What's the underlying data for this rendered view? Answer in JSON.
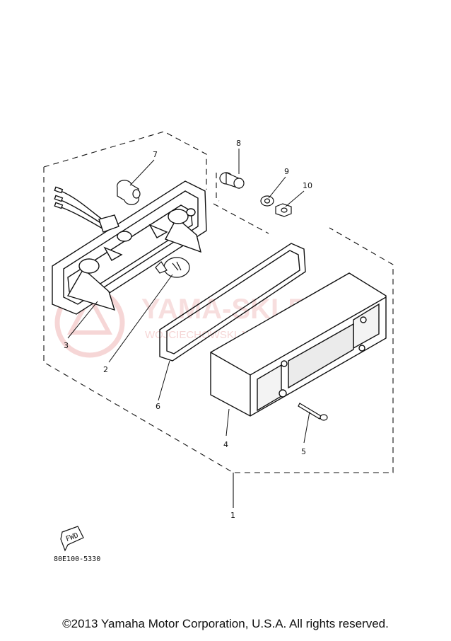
{
  "diagram": {
    "callouts": [
      {
        "id": "1",
        "label": "1"
      },
      {
        "id": "2",
        "label": "2"
      },
      {
        "id": "3",
        "label": "3"
      },
      {
        "id": "4",
        "label": "4"
      },
      {
        "id": "5",
        "label": "5"
      },
      {
        "id": "6",
        "label": "6"
      },
      {
        "id": "7",
        "label": "7"
      },
      {
        "id": "8",
        "label": "8"
      },
      {
        "id": "9",
        "label": "9"
      },
      {
        "id": "10",
        "label": "10"
      }
    ],
    "fwd_label": "FWD",
    "drawing_code": "80E100-5330",
    "watermark": {
      "title": "YAMA-SKLEP.PL",
      "subtitle": "WOJCIECHOWSKI JANUSZ | DEALER YAMAHA"
    }
  },
  "footer": {
    "copyright": "©2013 Yamaha Motor Corporation, U.S.A. All rights reserved."
  }
}
